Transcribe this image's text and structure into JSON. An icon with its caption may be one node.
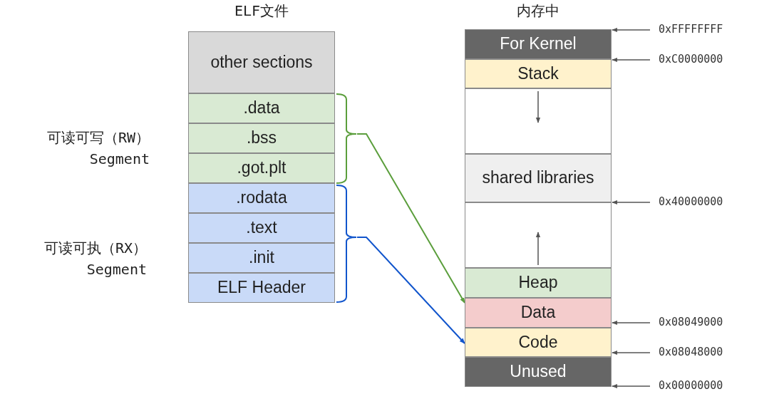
{
  "diagram": {
    "nodes": [
      {
        "text": [
          "ELF文件"
        ]
      },
      {
        "text": [
          "other sections"
        ],
        "in": 0
      },
      {
        "text": [
          ".data"
        ],
        "in": 0
      },
      {
        "text": [
          ".bss"
        ],
        "in": 0
      },
      {
        "text": [
          ".got.plt"
        ],
        "in": 0
      },
      {
        "text": [
          ".rodata"
        ],
        "in": 0
      },
      {
        "text": [
          ".text"
        ],
        "in": 0
      },
      {
        "text": [
          ".init"
        ],
        "in": 0
      },
      {
        "text": [
          "ELF Header"
        ],
        "in": 0
      },
      {
        "text": [
          "内存中"
        ]
      },
      {
        "text": [
          "For Kernel"
        ],
        "in": 9
      },
      {
        "text": [
          "Stack"
        ],
        "in": 9
      },
      {
        "text": [],
        "shape": "box",
        "in": 9
      },
      {
        "text": [
          "shared libraries"
        ],
        "in": 9
      },
      {
        "text": [],
        "shape": "box",
        "in": 9
      },
      {
        "text": [
          "Heap"
        ],
        "in": 9
      },
      {
        "text": [
          "Data"
        ],
        "in": 9
      },
      {
        "text": [
          "Code"
        ],
        "in": 9
      },
      {
        "text": [
          "Unused"
        ],
        "in": 9
      },
      {
        "text": [
          "0xFFFFFFFF"
        ]
      },
      {
        "text": [
          "0xC0000000"
        ]
      },
      {
        "text": [
          "0x40000000"
        ]
      },
      {
        "text": [
          "0x08049000"
        ]
      },
      {
        "text": [
          "0x08048000"
        ]
      },
      {
        "text": [
          "0x00000000"
        ]
      },
      {
        "text": [],
        "shape": "brace"
      },
      {
        "text": [],
        "shape": "brace"
      }
    ],
    "edges": [
      {
        "from": 25,
        "to": 16,
        "arrow": "to",
        "color": "#5b9e3c"
      },
      {
        "from": 26,
        "to": 17,
        "arrow": "to",
        "color": "#1155cc"
      },
      {
        "from": 19,
        "to": 10,
        "arrow": "to"
      },
      {
        "from": 20,
        "to": 11,
        "arrow": "to"
      },
      {
        "from": 21,
        "to": 13,
        "arrow": "to"
      },
      {
        "from": 22,
        "to": 17,
        "arrow": "to"
      },
      {
        "from": 23,
        "to": 17,
        "arrow": "to"
      },
      {
        "from": 24,
        "to": 18,
        "arrow": "to"
      }
    ],
    "labels": [
      "可读可写（RW） Segment",
      "可读可执（RX） Segment"
    ]
  }
}
